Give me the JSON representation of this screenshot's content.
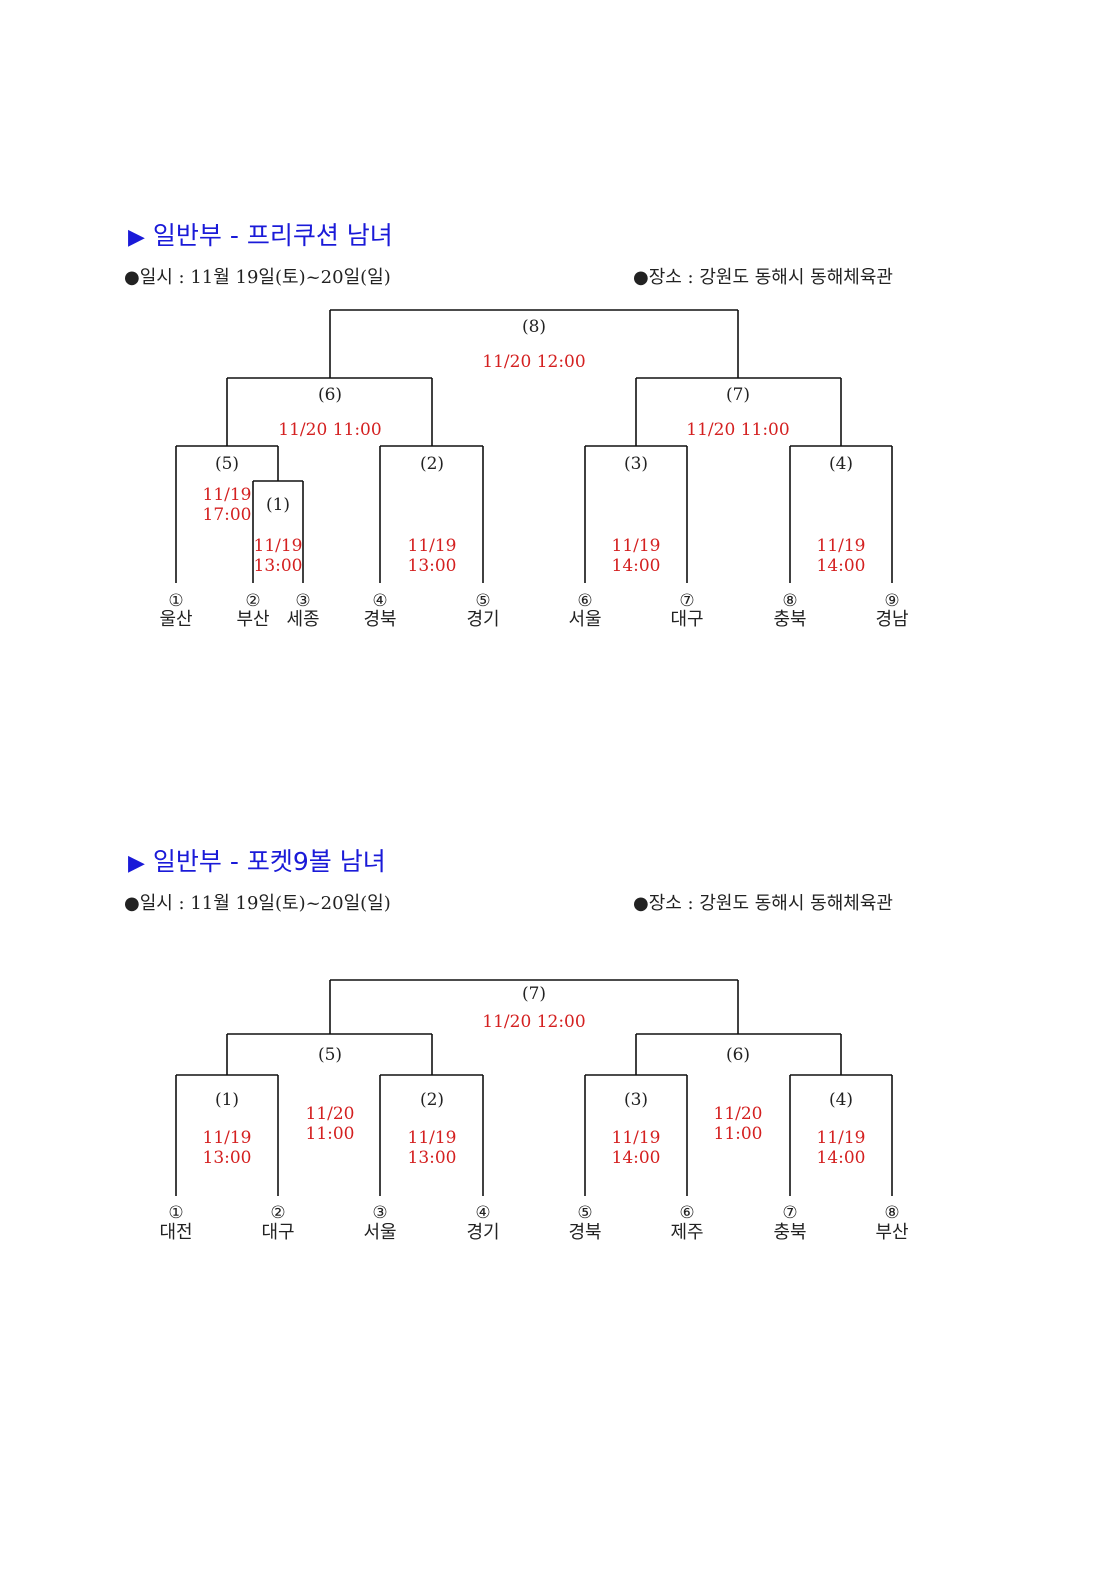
{
  "sections": [
    {
      "title": "일반부 - 프리쿠션 남녀",
      "date": "●일시 : 11월 19일(토)~20일(일)",
      "venue": "●장소 : 강원도 동해시 동해체육관",
      "matches": [
        {
          "label": "(8)",
          "time": [
            "11/20 12:00"
          ]
        },
        {
          "label": "(6)",
          "time": [
            "11/20 11:00"
          ]
        },
        {
          "label": "(7)",
          "time": [
            "11/20 11:00"
          ]
        },
        {
          "label": "(5)",
          "time": [
            "11/19",
            "17:00"
          ]
        },
        {
          "label": "(1)",
          "time": [
            "11/19",
            "13:00"
          ]
        },
        {
          "label": "(2)",
          "time": [
            "11/19",
            "13:00"
          ]
        },
        {
          "label": "(3)",
          "time": [
            "11/19",
            "14:00"
          ]
        },
        {
          "label": "(4)",
          "time": [
            "11/19",
            "14:00"
          ]
        }
      ],
      "teams": [
        {
          "num": "①",
          "name": "울산"
        },
        {
          "num": "②",
          "name": "부산"
        },
        {
          "num": "③",
          "name": "세종"
        },
        {
          "num": "④",
          "name": "경북"
        },
        {
          "num": "⑤",
          "name": "경기"
        },
        {
          "num": "⑥",
          "name": "서울"
        },
        {
          "num": "⑦",
          "name": "대구"
        },
        {
          "num": "⑧",
          "name": "충북"
        },
        {
          "num": "⑨",
          "name": "경남"
        }
      ]
    },
    {
      "title": "일반부 - 포켓9볼 남녀",
      "date": "●일시 : 11월 19일(토)~20일(일)",
      "venue": "●장소 : 강원도 동해시 동해체육관",
      "matches": [
        {
          "label": "(7)",
          "time": [
            "11/20 12:00"
          ]
        },
        {
          "label": "(5)",
          "time": [
            "11/20",
            "11:00"
          ]
        },
        {
          "label": "(6)",
          "time": [
            "11/20",
            "11:00"
          ]
        },
        {
          "label": "(1)",
          "time": [
            "11/19",
            "13:00"
          ]
        },
        {
          "label": "(2)",
          "time": [
            "11/19",
            "13:00"
          ]
        },
        {
          "label": "(3)",
          "time": [
            "11/19",
            "14:00"
          ]
        },
        {
          "label": "(4)",
          "time": [
            "11/19",
            "14:00"
          ]
        }
      ],
      "teams": [
        {
          "num": "①",
          "name": "대전"
        },
        {
          "num": "②",
          "name": "대구"
        },
        {
          "num": "③",
          "name": "서울"
        },
        {
          "num": "④",
          "name": "경기"
        },
        {
          "num": "⑤",
          "name": "경북"
        },
        {
          "num": "⑥",
          "name": "제주"
        },
        {
          "num": "⑦",
          "name": "충북"
        },
        {
          "num": "⑧",
          "name": "부산"
        }
      ]
    }
  ],
  "colors": {
    "title": "#1a1ad8",
    "time": "#d42020",
    "line": "#111111"
  },
  "icons": {
    "title_marker": "play-triangle-icon"
  }
}
